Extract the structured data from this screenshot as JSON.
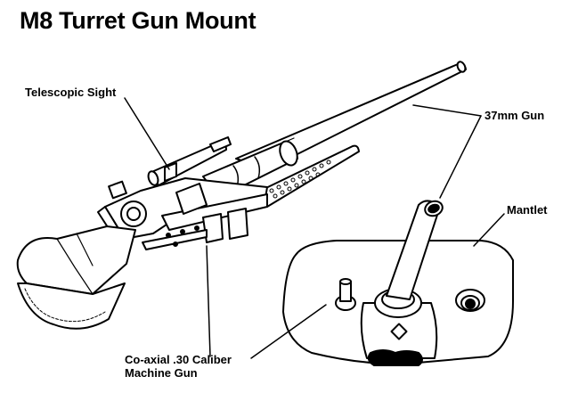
{
  "diagram": {
    "title": "M8 Turret Gun Mount",
    "labels": {
      "telescopic_sight": "Telescopic Sight",
      "gun_37mm": "37mm Gun",
      "mantlet": "Mantlet",
      "coaxial_mg_line1": "Co-axial .30 Caliber",
      "coaxial_mg_line2": "Machine Gun"
    }
  },
  "colors": {
    "ink": "#000000",
    "paper": "#ffffff"
  }
}
